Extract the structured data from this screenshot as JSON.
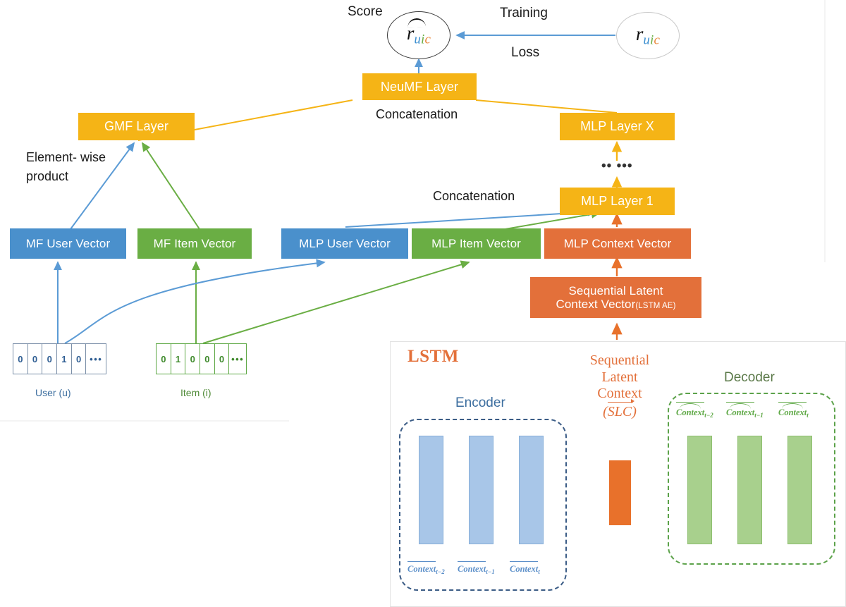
{
  "figure": {
    "title": "NeuMF with Sequential Latent Context (LSTM Autoencoder) recommender architecture"
  },
  "top": {
    "score_label": "Score",
    "training_label": "Training",
    "loss_label": "Loss",
    "predicted_rating": {
      "symbol": "r",
      "sub_u": "u",
      "sub_i": "i",
      "sub_c": "c",
      "has_hat": true
    },
    "true_rating": {
      "symbol": "r",
      "sub_u": "u",
      "sub_i": "i",
      "sub_c": "c",
      "has_hat": false
    }
  },
  "layers": {
    "neumf": "NeuMF Layer",
    "gmf": "GMF Layer",
    "mlp_x": "MLP Layer X",
    "mlp_1": "MLP Layer 1",
    "mlp_ellipsis": "•• •••"
  },
  "vectors": {
    "mf_user": "MF User Vector",
    "mf_item": "MF Item Vector",
    "mlp_user": "MLP User Vector",
    "mlp_item": "MLP Item Vector",
    "mlp_context": "MLP Context Vector",
    "slc_vector_line1": "Sequential Latent",
    "slc_vector_line2": "Context Vector",
    "slc_vector_suffix": "(LSTM AE)"
  },
  "annotations": {
    "concat_left": "Concatenation",
    "concat_right": "Concatenation",
    "elementwise_line1": "Element- wise",
    "elementwise_line2": "product"
  },
  "inputs": {
    "user": {
      "caption": "User (u)",
      "cells": [
        "0",
        "0",
        "0",
        "1",
        "0"
      ],
      "ellipsis": "•••"
    },
    "item": {
      "caption": "Item (i)",
      "cells": [
        "0",
        "1",
        "0",
        "0",
        "0"
      ],
      "ellipsis": "•••"
    }
  },
  "lstm_panel": {
    "title": "LSTM",
    "encoder_label": "Encoder",
    "decoder_label": "Decoder",
    "slc_line1": "Sequential",
    "slc_line2": "Latent",
    "slc_line3": "Context",
    "slc_symbol": "SLC",
    "encoder_inputs": [
      {
        "name": "Context",
        "sub": "t−2"
      },
      {
        "name": "Context",
        "sub": "t−1"
      },
      {
        "name": "Context",
        "sub": "t"
      }
    ],
    "decoder_outputs": [
      {
        "name": "Context",
        "sub": "t−2"
      },
      {
        "name": "Context",
        "sub": "t−1"
      },
      {
        "name": "Context",
        "sub": "t"
      }
    ]
  },
  "colors": {
    "amber": "#F5B416",
    "blue": "#4A90CC",
    "green": "#6AAE44",
    "orange": "#E3703A",
    "encoder_cell": "#A8C6E8",
    "decoder_cell": "#A8D08D",
    "slc_bar": "#E8712B",
    "arrow_blue": "#5B9BD5",
    "arrow_green": "#6AAE44",
    "arrow_orange": "#E8712B",
    "arrow_amber": "#F5B416"
  }
}
